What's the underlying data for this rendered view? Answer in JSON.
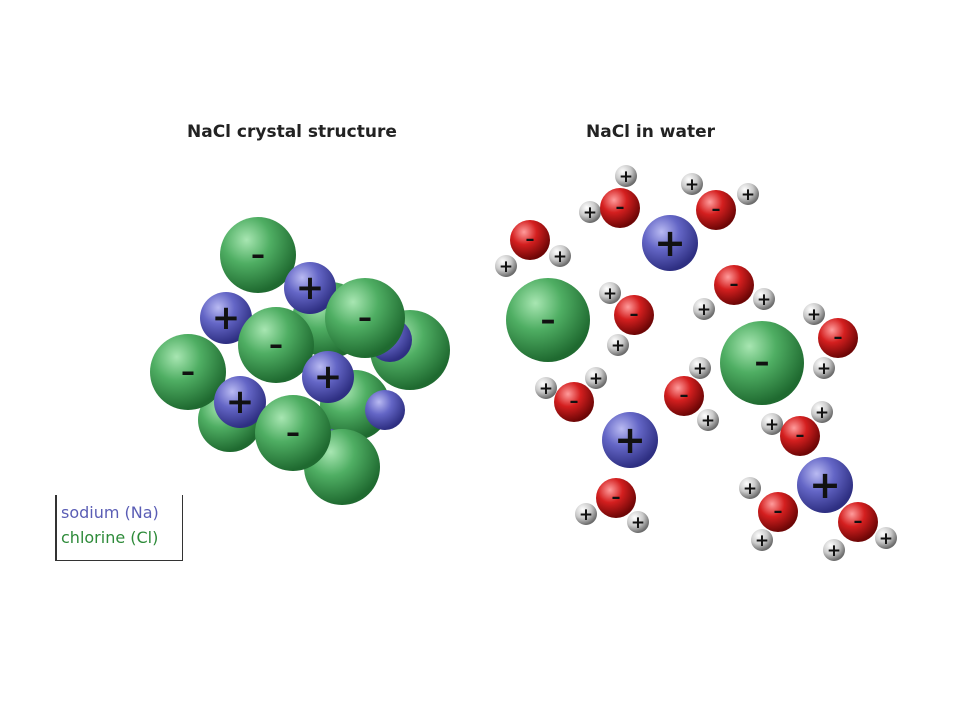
{
  "titles": {
    "left": "NaCl crystal structure",
    "right": "NaCl in water"
  },
  "legend": {
    "sodium": "sodium (Na)",
    "chlorine": "chlorine (Cl)"
  },
  "charges": {
    "plus": "+",
    "minus": "–"
  },
  "colors": {
    "sodium": "#5b5cc0",
    "chlorine": "#3c9a52",
    "oxygen": "#d01818",
    "hydrogen": "#c8c8c8"
  }
}
